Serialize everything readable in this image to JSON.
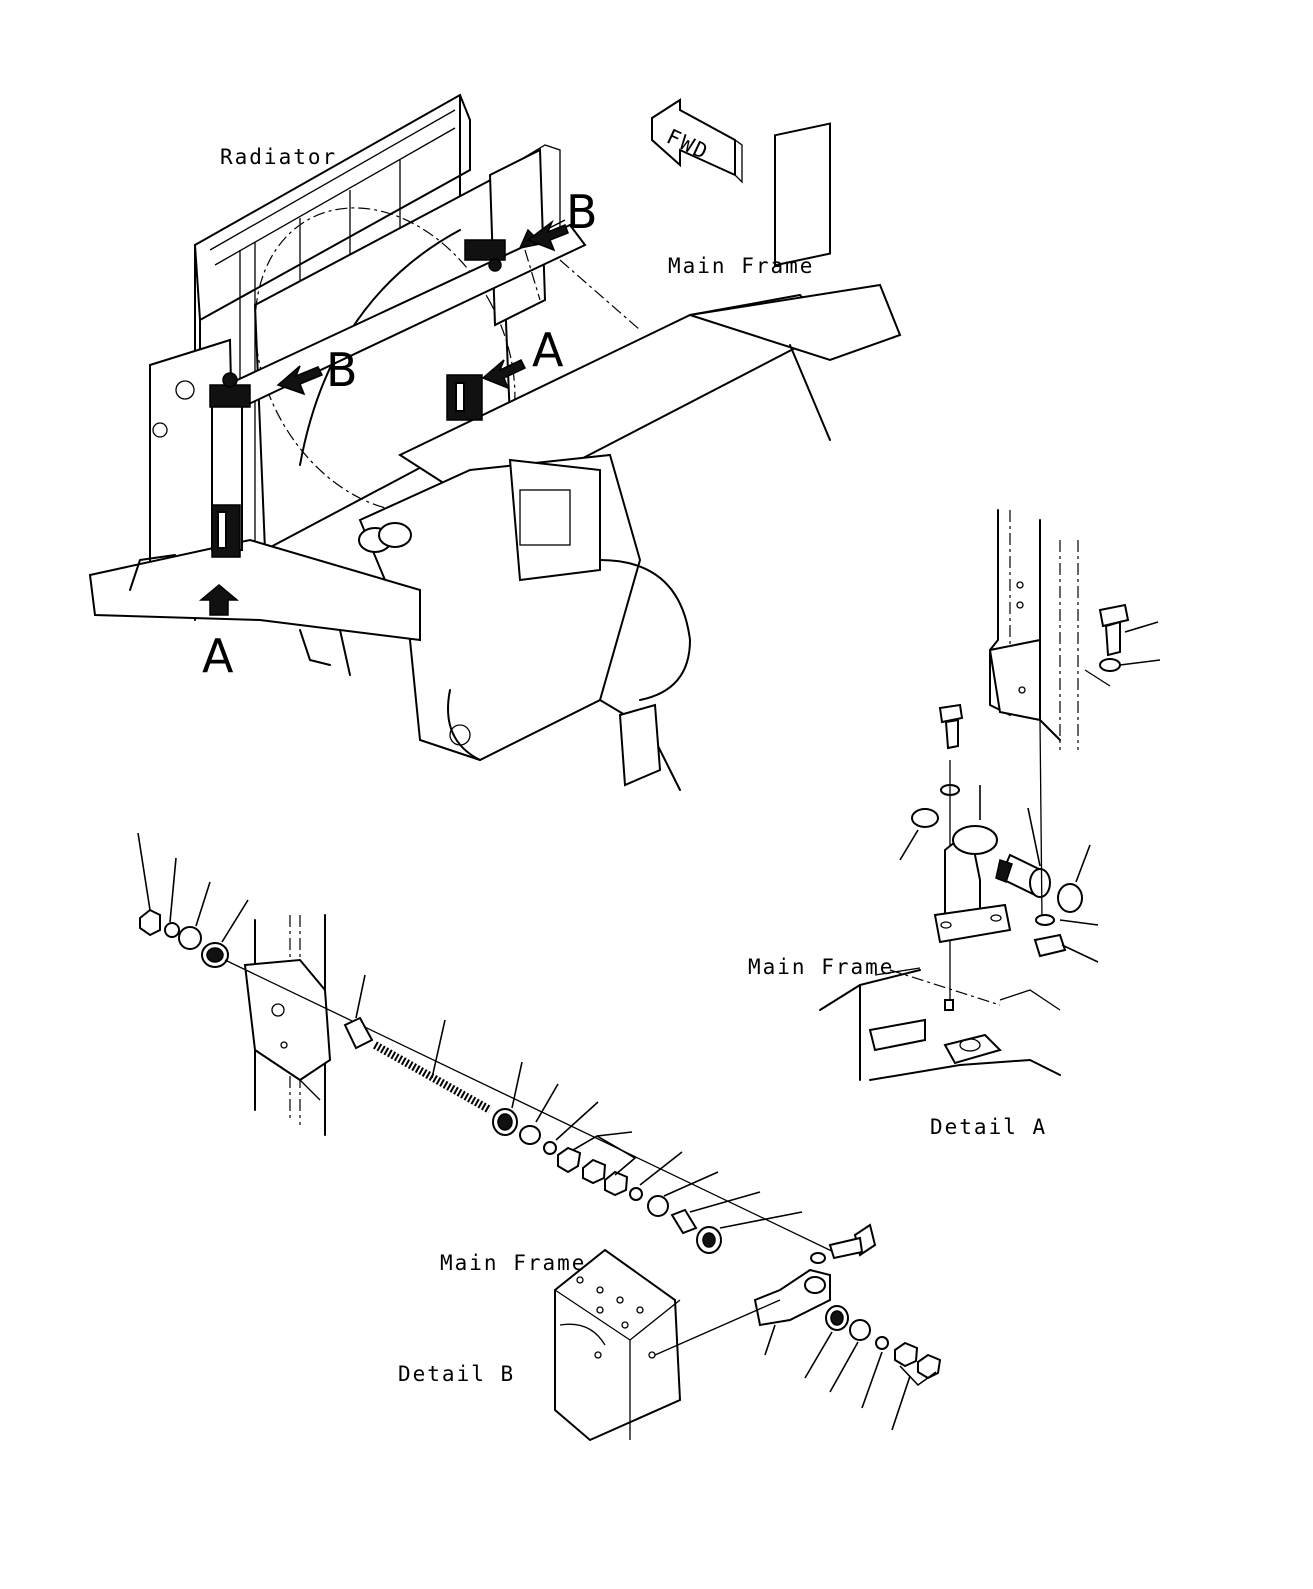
{
  "labels": {
    "radiator": "Radiator",
    "main_frame_top": "Main Frame",
    "main_frame_detail_a": "Main Frame",
    "main_frame_detail_b": "Main Frame",
    "detail_a": "Detail A",
    "detail_b": "Detail B",
    "fwd": "FWD"
  },
  "callouts": {
    "b_upper": "B",
    "b_left": "B",
    "a_right": "A",
    "a_bottom": "A"
  }
}
